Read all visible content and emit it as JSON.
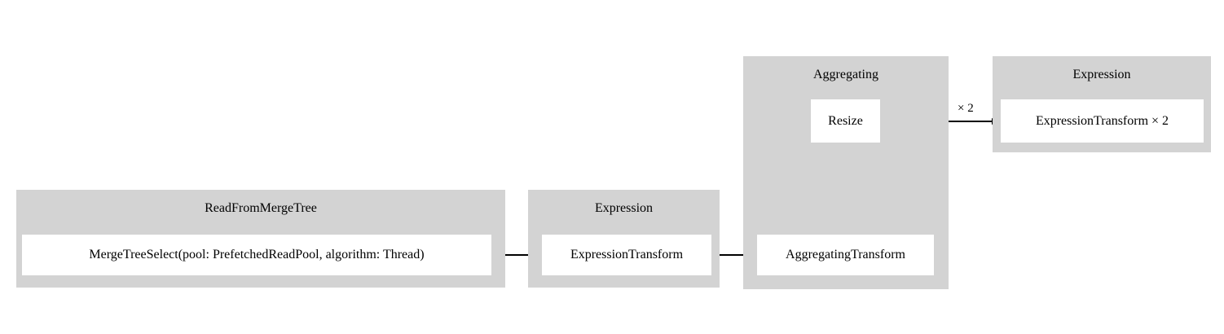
{
  "diagram": {
    "type": "pipeline-graph",
    "background": "#ffffff",
    "cluster_color": "#d3d3d3",
    "node_color": "#ffffff",
    "edge_color": "#000000",
    "clusters": [
      {
        "id": "read-from-merge-tree",
        "title": "ReadFromMergeTree",
        "nodes": [
          {
            "id": "merge-tree-select",
            "label": "MergeTreeSelect(pool: PrefetchedReadPool, algorithm: Thread)"
          }
        ]
      },
      {
        "id": "expression-left",
        "title": "Expression",
        "nodes": [
          {
            "id": "expression-transform",
            "label": "ExpressionTransform"
          }
        ]
      },
      {
        "id": "aggregating",
        "title": "Aggregating",
        "nodes": [
          {
            "id": "resize",
            "label": "Resize"
          },
          {
            "id": "aggregating-transform",
            "label": "AggregatingTransform"
          }
        ]
      },
      {
        "id": "expression-right",
        "title": "Expression",
        "nodes": [
          {
            "id": "expression-transform-x2",
            "label": "ExpressionTransform × 2"
          }
        ]
      }
    ],
    "edges": [
      {
        "id": "edge-select-to-expression",
        "from": "merge-tree-select",
        "to": "expression-transform",
        "label": ""
      },
      {
        "id": "edge-expression-to-aggregating",
        "from": "expression-transform",
        "to": "aggregating-transform",
        "label": ""
      },
      {
        "id": "edge-aggregating-to-resize",
        "from": "aggregating-transform",
        "to": "resize",
        "label": ""
      },
      {
        "id": "edge-resize-to-expression2",
        "from": "resize",
        "to": "expression-transform-x2",
        "label": "× 2"
      }
    ]
  }
}
